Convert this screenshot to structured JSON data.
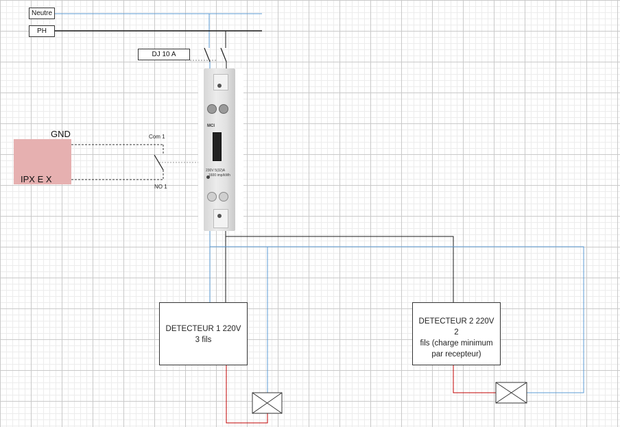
{
  "labels": {
    "neutre": "Neutre",
    "ph": "PH",
    "dj": "DJ 10 A",
    "gnd": "GND",
    "ipx": "IPX E X",
    "com1": "Com 1",
    "no1": "NO 1"
  },
  "meter": {
    "brand": "MCI",
    "rating": "230V 5(32)A",
    "impulses": "1600 imp/kWh"
  },
  "detector1": {
    "line1": "DETECTEUR 1 220V",
    "line2": "3 fils"
  },
  "detector2": {
    "line1": "DETECTEUR 2 220V 2",
    "line2": "fils (charge minimum",
    "line3": "par recepteur)"
  },
  "colors": {
    "neutral_wire": "#5b9bd5",
    "phase_wire": "#1a1a1a",
    "return_wire": "#c00000",
    "ipx_module": "#e6b0b0"
  }
}
